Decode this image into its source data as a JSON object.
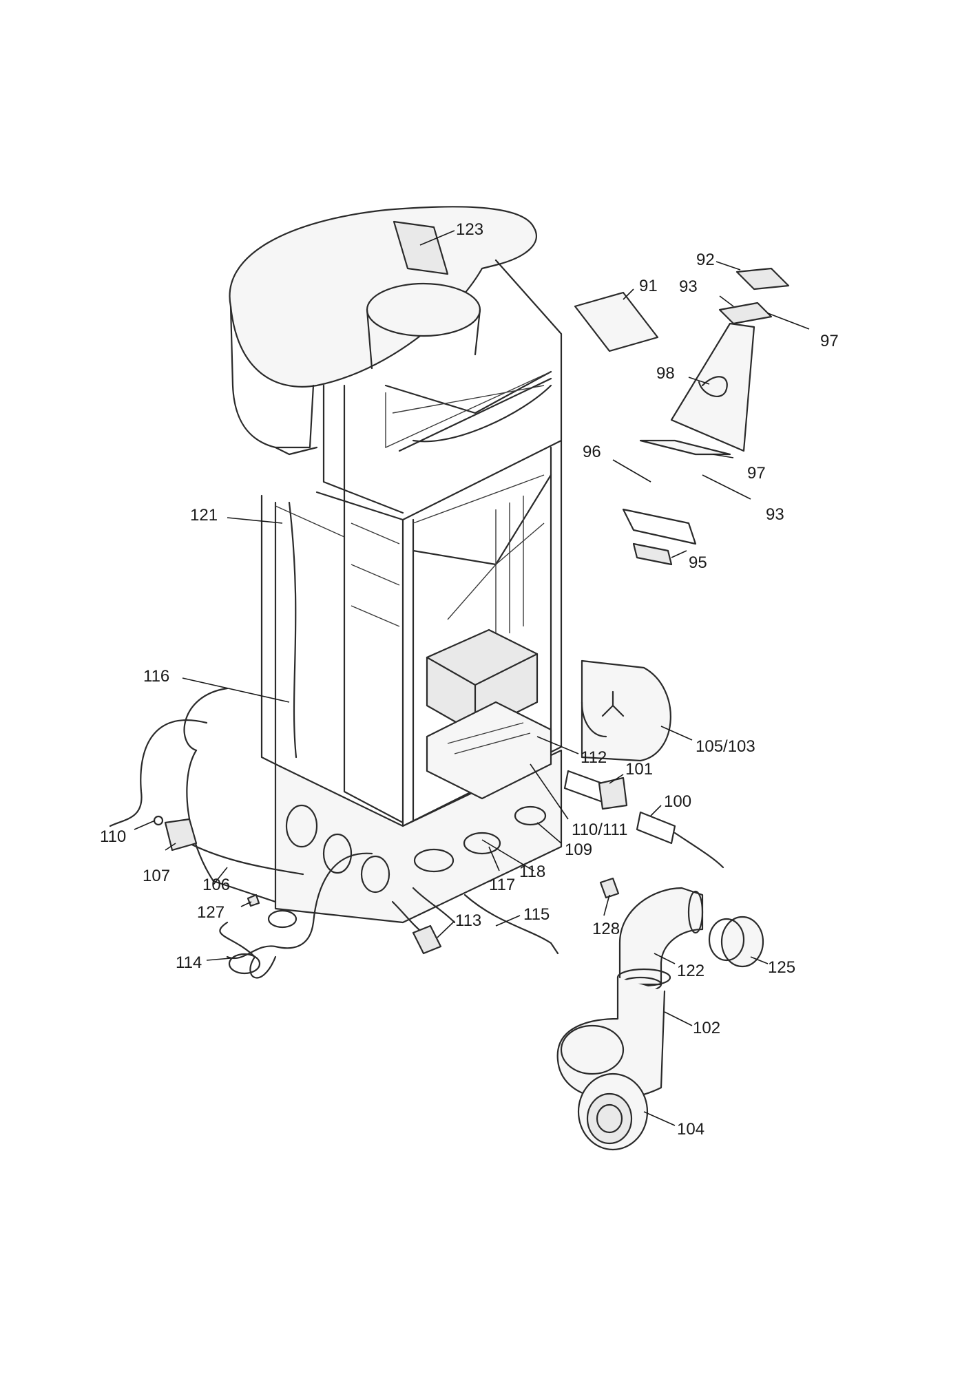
{
  "labels": {
    "l123": "123",
    "l92": "92",
    "l91": "91",
    "l93a": "93",
    "l97a": "97",
    "l98": "98",
    "l97b": "97",
    "l96": "96",
    "l93b": "93",
    "l95": "95",
    "l121": "121",
    "l116": "116",
    "l105_103": "105/103",
    "l112": "112",
    "l101": "101",
    "l100": "100",
    "l110a": "110",
    "l110_111": "110/111",
    "l109": "109",
    "l107": "107",
    "l106": "106",
    "l117": "117",
    "l118": "118",
    "l127": "127",
    "l113": "113",
    "l115": "115",
    "l128": "128",
    "l114": "114",
    "l122": "122",
    "l125": "125",
    "l102": "102",
    "l104": "104"
  },
  "colors": {
    "line": "#2a2a2a",
    "shade": "#e9e9e9",
    "background": "#ffffff"
  }
}
